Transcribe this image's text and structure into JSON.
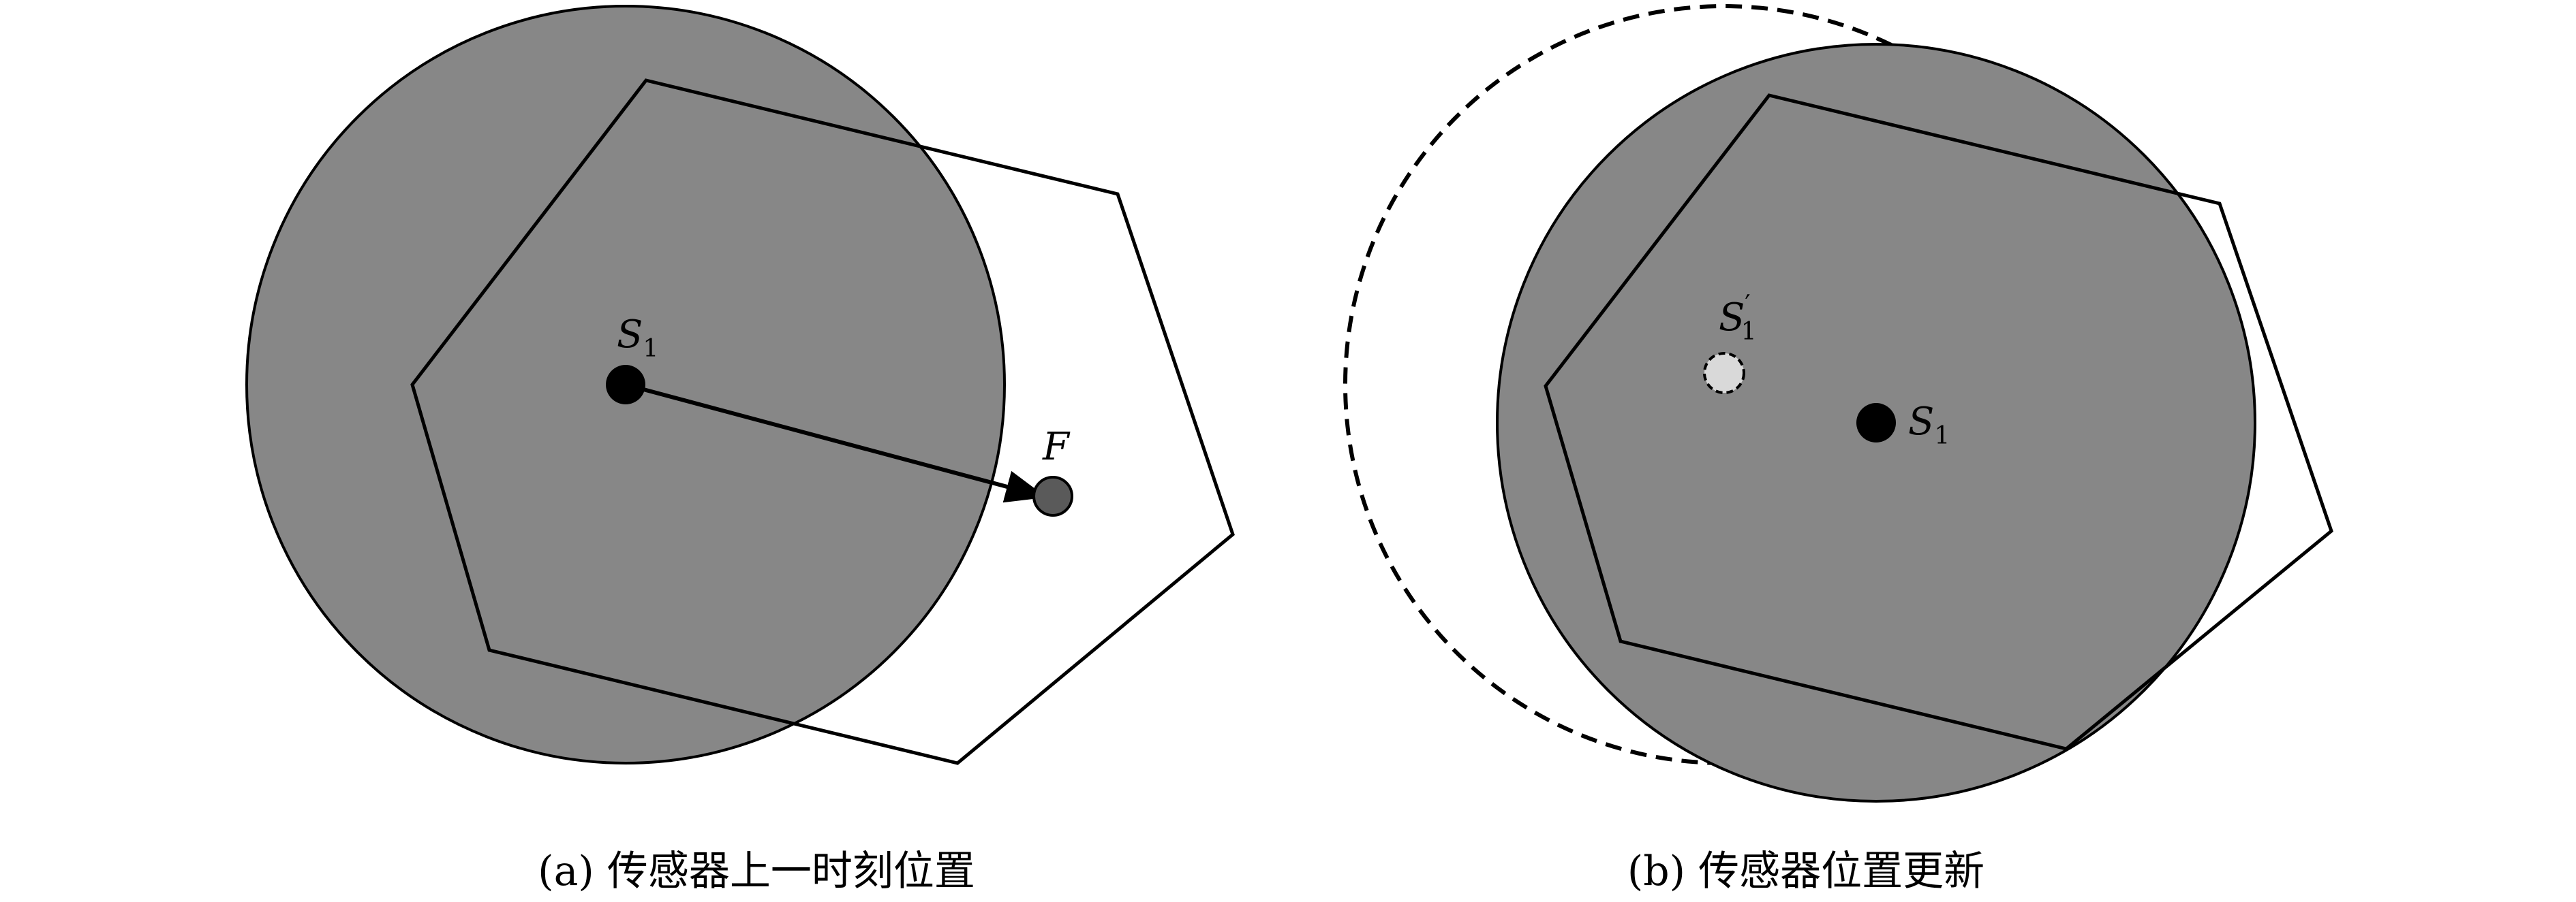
{
  "panels": [
    {
      "caption": "(a) 传感器上一时刻位置",
      "sensor_label": {
        "main": "S",
        "sub": "1",
        "prime": ""
      },
      "target_label": "F"
    },
    {
      "caption": "(b) 传感器位置更新",
      "old_sensor_label": {
        "main": "S",
        "sub": "1",
        "prime": "′"
      },
      "sensor_label": {
        "main": "S",
        "sub": "1",
        "prime": ""
      }
    }
  ],
  "colors": {
    "sensing_disk": "#878787",
    "outline": "#000000",
    "sensor": "#000000",
    "target": "#5a5a5a",
    "old_sensor": "#d9d9d9",
    "background": "#ffffff"
  }
}
